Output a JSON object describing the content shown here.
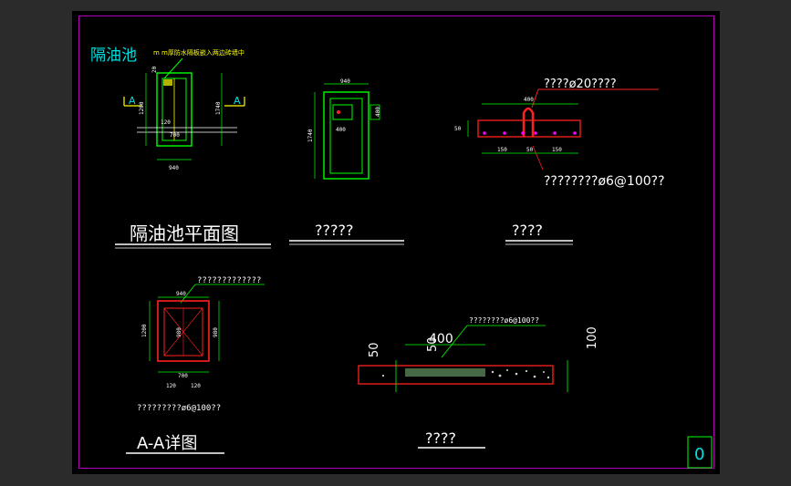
{
  "title_main": "隔油池平面图",
  "title_corner_logo": "隔油池",
  "note_top": "m m厚防水隔板嵌入两边砖墙中",
  "title_mid": "?????",
  "title_right": "????",
  "title_aa": "A-A详图",
  "title_bottom": "????",
  "label_phi20": "????ø20????",
  "label_phi6_right": "????????ø6@100??",
  "label_aa_top": "?????????????",
  "label_aa_bottom": "?????????ø6@100??",
  "label_detail": "????????ø6@100??",
  "corner_number": "0",
  "section_mark_left": "A",
  "section_mark_right": "A",
  "dims": {
    "d940": "940",
    "d700": "700",
    "d120": "120",
    "d1200": "1200",
    "d1740": "1740",
    "d400": "400",
    "d50": "50",
    "d150": "150",
    "d980": "980",
    "d100": "100",
    "d20": "20"
  }
}
